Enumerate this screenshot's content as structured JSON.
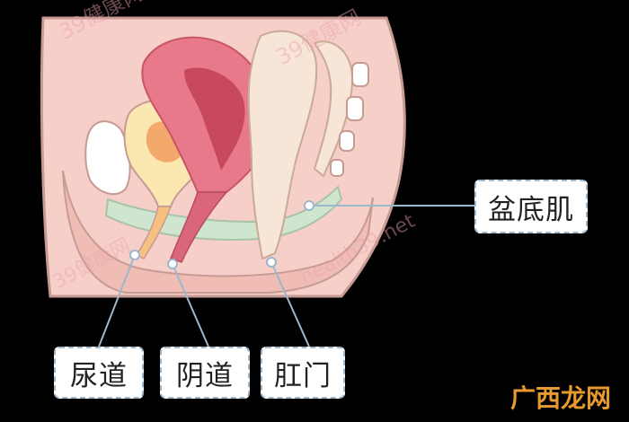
{
  "labels": {
    "pelvic_floor": "盆底肌",
    "urethra": "尿道",
    "vagina": "阴道",
    "anus": "肛门"
  },
  "watermark": {
    "brand": "39健康网",
    "domain": "health39.net"
  },
  "site_logo": "广西龙网",
  "colors": {
    "skin": "#f6cfc8",
    "skin_outline": "#c79a94",
    "uterus": "#e8798a",
    "uterus_inner": "#c8485e",
    "bladder": "#fbe7b0",
    "bladder_inner": "#f3a86c",
    "bowel": "#f7e6d7",
    "pelvic_muscle": "#cfe5cf",
    "leader_line": "#9db7cc",
    "label_border": "#9db7cc",
    "logo": "#e79a2f"
  }
}
